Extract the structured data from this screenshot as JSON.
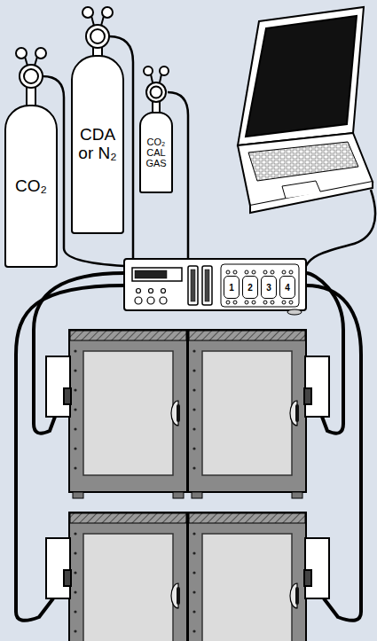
{
  "diagram": {
    "nodes": [
      {
        "text": [
          "CO₂"
        ]
      },
      {
        "text": [
          "CDA or N₂"
        ]
      },
      {
        "text": [
          "CO₂ CAL GAS"
        ]
      },
      {
        "text": [
          "1"
        ]
      },
      {
        "text": [
          "2"
        ]
      },
      {
        "text": [
          "3"
        ]
      },
      {
        "text": [
          "4"
        ]
      }
    ]
  }
}
